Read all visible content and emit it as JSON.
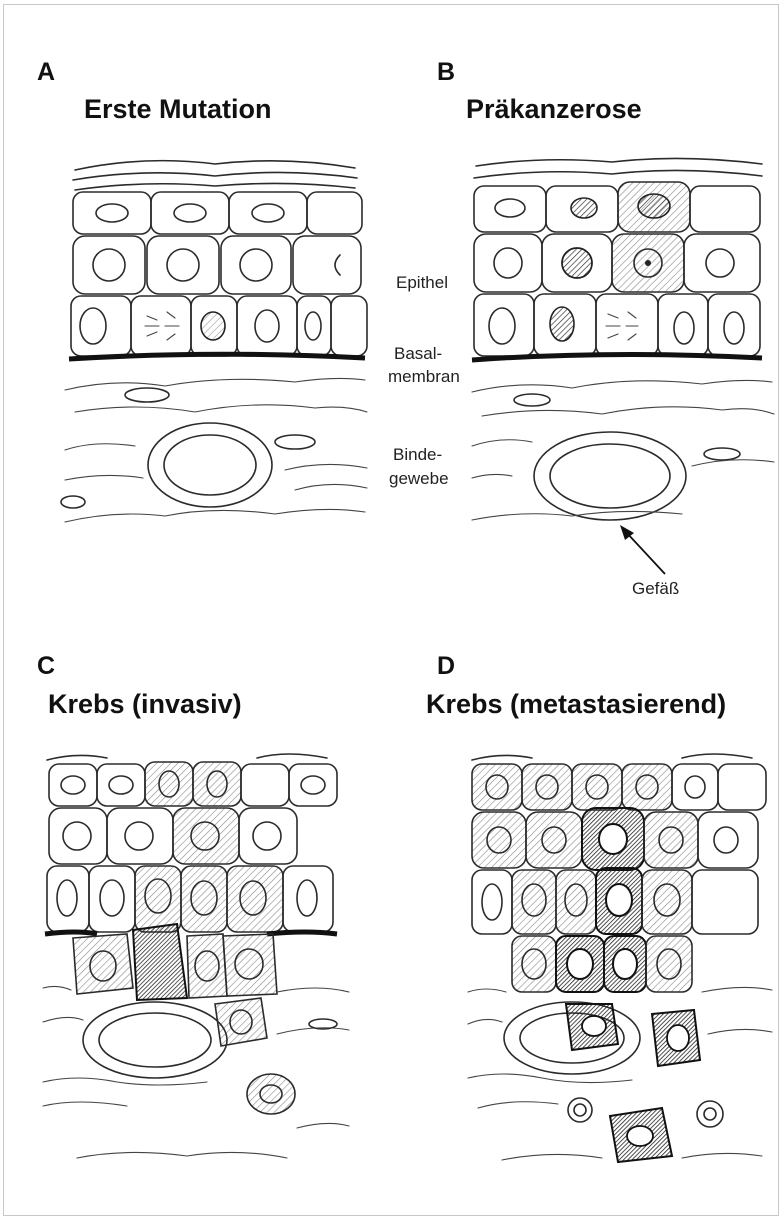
{
  "panels": [
    {
      "letter": "A",
      "title": "Erste Mutation"
    },
    {
      "letter": "B",
      "title": "Präkanzerose"
    },
    {
      "letter": "C",
      "title": "Krebs (invasiv)"
    },
    {
      "letter": "D",
      "title": "Krebs (metastasierend)"
    }
  ],
  "labels": {
    "epithel": "Epithel",
    "basalmembran_1": "Basal-",
    "basalmembran_2": "membran",
    "bindegewebe_1": "Binde-",
    "bindegewebe_2": "gewebe",
    "gefaess": "Gefäß"
  },
  "colors": {
    "ink": "#2b2b2b",
    "hatch_light": "#9a9a9a",
    "hatch_dark": "#3a3a3a"
  }
}
